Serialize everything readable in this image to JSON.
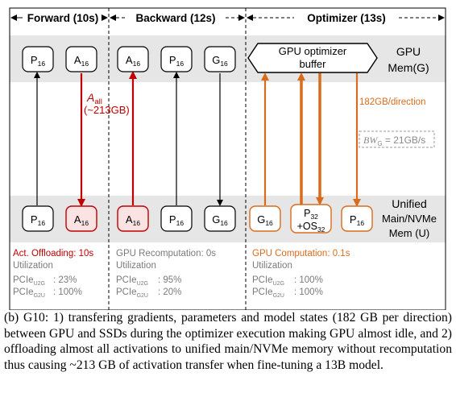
{
  "phases": [
    {
      "name": "Forward",
      "duration": "(10s)"
    },
    {
      "name": "Backward",
      "duration": "(12s)"
    },
    {
      "name": "Optimizer",
      "duration": "(13s)"
    }
  ],
  "gpu_label": {
    "line1": "GPU",
    "line2": "Mem(G)"
  },
  "unified_label": {
    "line1": "Unified",
    "line2": "Main/NVMe",
    "line3": "Mem (U)"
  },
  "optimizer_buffer": {
    "line1": "GPU optimizer",
    "line2": "buffer"
  },
  "forward": {
    "gpu_boxes": [
      {
        "base": "P",
        "sub": "16"
      },
      {
        "base": "A",
        "sub": "16"
      }
    ],
    "mem_boxes": [
      {
        "base": "P",
        "sub": "16"
      },
      {
        "base": "A",
        "sub": "16"
      }
    ],
    "annotation_base": "A",
    "annotation_sub": "all",
    "annotation_size": "(~213GB)",
    "stats_title": "Act. Offloading: 10s",
    "util_label": "Utilization",
    "pcie_u2g_label": "PCIe",
    "pcie_u2g_sub": "U2G",
    "pcie_u2g_value": ": 23%",
    "pcie_g2u_label": "PCIe",
    "pcie_g2u_sub": "G2U",
    "pcie_g2u_value": ": 100%"
  },
  "backward": {
    "gpu_boxes": [
      {
        "base": "A",
        "sub": "16"
      },
      {
        "base": "P",
        "sub": "16"
      },
      {
        "base": "G",
        "sub": "16"
      }
    ],
    "mem_boxes": [
      {
        "base": "A",
        "sub": "16"
      },
      {
        "base": "P",
        "sub": "16"
      },
      {
        "base": "G",
        "sub": "16"
      }
    ],
    "stats_title": "GPU Recomputation: 0s",
    "util_label": "Utilization",
    "pcie_u2g_label": "PCIe",
    "pcie_u2g_sub": "U2G",
    "pcie_u2g_value": ": 95%",
    "pcie_g2u_label": "PCIe",
    "pcie_g2u_sub": "G2U",
    "pcie_g2u_value": ": 20%"
  },
  "optimizer": {
    "bandwidth_label": "182GB/direction",
    "bw_label": "BW",
    "bw_sub": "G",
    "bw_value": " = 21GB/s",
    "mem_boxes": [
      {
        "base": "G",
        "sub": "16"
      },
      {
        "line1_base": "P",
        "line1_sub": "32",
        "line2_base": "+OS",
        "line2_sub": "32"
      },
      {
        "base": "P",
        "sub": "16"
      }
    ],
    "stats_title": "GPU Computation: 0.1s",
    "util_label": "Utilization",
    "pcie_u2g_label": "PCIe",
    "pcie_u2g_sub": "U2G",
    "pcie_u2g_value": ": 100%",
    "pcie_g2u_label": "PCIe",
    "pcie_g2u_sub": "G2U",
    "pcie_g2u_value": ": 100%"
  },
  "colors": {
    "black": "#000000",
    "red": "#c00000",
    "orange": "#d96b1c",
    "band": "#e6e6e6",
    "red_fill": "#fbe3e3",
    "grey_text": "#7a7a7a"
  },
  "caption": {
    "text": "(b) G10: 1) transfering gradients, parameters and model states (182 GB per direction) between GPU and SSDs during the optimizer execution making GPU almost idle, and 2) offloading almost all activations to unified main/NVMe memory without recomputation thus causing ~213 GB of activation transfer when fine-tuning a 13B model."
  }
}
